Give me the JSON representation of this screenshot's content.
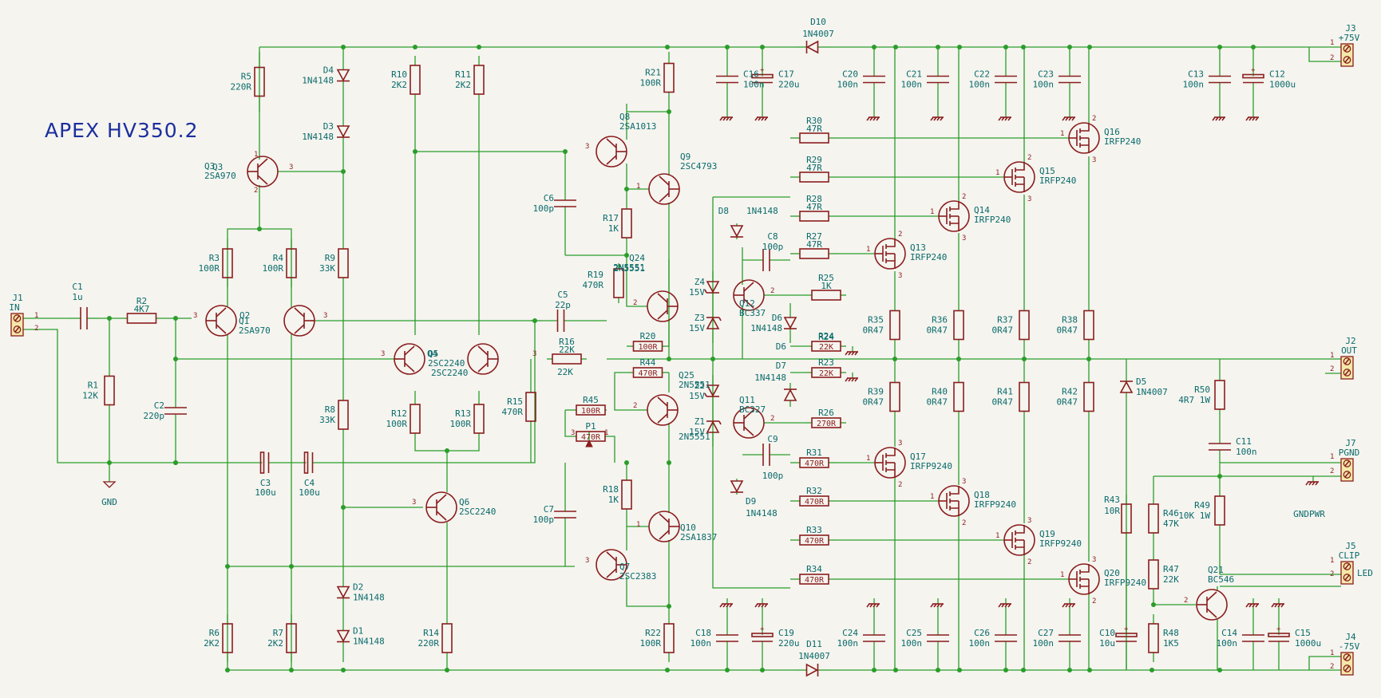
{
  "schematic": {
    "title": "APEX HV350.2",
    "connectors": [
      {
        "ref": "J1",
        "value": "IN"
      },
      {
        "ref": "J2",
        "value": "OUT"
      },
      {
        "ref": "J3",
        "value": "+75V"
      },
      {
        "ref": "J4",
        "value": "-75V"
      },
      {
        "ref": "J5",
        "value": "CLIP"
      },
      {
        "ref": "J7",
        "value": "PGND"
      }
    ],
    "pin_1": "1",
    "pin_2": "2",
    "pin_3": "3",
    "gnd": "GND",
    "gndpwr": "GNDPWR",
    "led_label": "LED",
    "parts": {
      "R1": [
        "R1",
        "12K"
      ],
      "R2": [
        "R2",
        "4K7"
      ],
      "R3": [
        "R3",
        "100R"
      ],
      "R4": [
        "R4",
        "100R"
      ],
      "R5": [
        "R5",
        "220R"
      ],
      "R6": [
        "R6",
        "2K2"
      ],
      "R7": [
        "R7",
        "2K2"
      ],
      "R8": [
        "R8",
        "33K"
      ],
      "R9": [
        "R9",
        "33K"
      ],
      "R10": [
        "R10",
        "2K2"
      ],
      "R11": [
        "R11",
        "2K2"
      ],
      "R12": [
        "R12",
        "100R"
      ],
      "R13": [
        "R13",
        "100R"
      ],
      "R14": [
        "R14",
        "220R"
      ],
      "R15": [
        "R15",
        "470R"
      ],
      "R16": [
        "R16",
        "22K"
      ],
      "R17": [
        "R17",
        "1K"
      ],
      "R18": [
        "R18",
        "1K"
      ],
      "R19": [
        "R19",
        "470R"
      ],
      "R20": [
        "R20",
        "100R"
      ],
      "R21": [
        "R21",
        "100R"
      ],
      "R22": [
        "R22",
        "100R"
      ],
      "R23": [
        "R23",
        "22K"
      ],
      "R24": [
        "R24",
        "22K"
      ],
      "R25": [
        "R25",
        "1K"
      ],
      "R26": [
        "R26",
        "270R"
      ],
      "R27": [
        "R27",
        "47R"
      ],
      "R28": [
        "R28",
        "47R"
      ],
      "R29": [
        "R29",
        "47R"
      ],
      "R30": [
        "R30",
        "47R"
      ],
      "R31": [
        "R31",
        "470R"
      ],
      "R32": [
        "R32",
        "470R"
      ],
      "R33": [
        "R33",
        "470R"
      ],
      "R34": [
        "R34",
        "470R"
      ],
      "R35": [
        "R35",
        "0R47"
      ],
      "R36": [
        "R36",
        "0R47"
      ],
      "R37": [
        "R37",
        "0R47"
      ],
      "R38": [
        "R38",
        "0R47"
      ],
      "R39": [
        "R39",
        "0R47"
      ],
      "R40": [
        "R40",
        "0R47"
      ],
      "R41": [
        "R41",
        "0R47"
      ],
      "R42": [
        "R42",
        "0R47"
      ],
      "R43": [
        "R43",
        "10R"
      ],
      "R44": [
        "R44",
        "470R"
      ],
      "R45": [
        "R45",
        "100R"
      ],
      "R46": [
        "R46",
        "47K"
      ],
      "R47": [
        "R47",
        "22K"
      ],
      "R48": [
        "R48",
        "1K5"
      ],
      "R49": [
        "R49",
        "10K 1W"
      ],
      "R50": [
        "R50",
        "4R7 1W"
      ],
      "C1": [
        "C1",
        "1u"
      ],
      "C2": [
        "C2",
        "220p"
      ],
      "C3": [
        "C3",
        "100u"
      ],
      "C4": [
        "C4",
        "100u"
      ],
      "C5": [
        "C5",
        "22p"
      ],
      "C6": [
        "C6",
        "100p"
      ],
      "C7": [
        "C7",
        "100p"
      ],
      "C8": [
        "C8",
        "100p"
      ],
      "C9": [
        "C9",
        "100p"
      ],
      "C10": [
        "C10",
        "10u"
      ],
      "C11": [
        "C11",
        "100n"
      ],
      "C12": [
        "C12",
        "1000u"
      ],
      "C13": [
        "C13",
        "100n"
      ],
      "C14": [
        "C14",
        "100n"
      ],
      "C15": [
        "C15",
        "1000u"
      ],
      "C16": [
        "C16",
        "100n"
      ],
      "C17": [
        "C17",
        "220u"
      ],
      "C18": [
        "C18",
        "100n"
      ],
      "C19": [
        "C19",
        "220u"
      ],
      "C20": [
        "C20",
        "100n"
      ],
      "C21": [
        "C21",
        "100n"
      ],
      "C22": [
        "C22",
        "100n"
      ],
      "C23": [
        "C23",
        "100n"
      ],
      "C24": [
        "C24",
        "100n"
      ],
      "C25": [
        "C25",
        "100n"
      ],
      "C26": [
        "C26",
        "100n"
      ],
      "C27": [
        "C27",
        "100n"
      ],
      "D1": [
        "D1",
        "1N4148"
      ],
      "D2": [
        "D2",
        "1N4148"
      ],
      "D3": [
        "D3",
        "1N4148"
      ],
      "D4": [
        "D4",
        "1N4148"
      ],
      "D5": [
        "D5",
        "1N4007"
      ],
      "D6": [
        "D6",
        "1N4148"
      ],
      "D7": [
        "D7",
        "1N4148"
      ],
      "D8": [
        "D8",
        "1N4148"
      ],
      "D9": [
        "D9",
        "1N4148"
      ],
      "D10": [
        "D10",
        "1N4007"
      ],
      "D11": [
        "D11",
        "1N4007"
      ],
      "Z1": [
        "Z1",
        "15V"
      ],
      "Z2": [
        "Z2",
        "15V"
      ],
      "Z3": [
        "Z3",
        "15V"
      ],
      "Z4": [
        "Z4",
        "15V"
      ],
      "Q1": [
        "Q1",
        "2SA970"
      ],
      "Q2": [
        "Q2",
        ""
      ],
      "Q3": [
        "Q3",
        "2SA970"
      ],
      "Q4": [
        "Q4",
        ""
      ],
      "Q5": [
        "Q5",
        "2SC2240"
      ],
      "Q6": [
        "Q6",
        "2SC2240"
      ],
      "Q7": [
        "Q7",
        "2SC2383"
      ],
      "Q8": [
        "Q8",
        "2SA1013"
      ],
      "Q9": [
        "Q9",
        "2SC4793"
      ],
      "Q10": [
        "Q10",
        "2SA1837"
      ],
      "Q11": [
        "Q11",
        "BC327"
      ],
      "Q12": [
        "Q12",
        "BC337"
      ],
      "Q13": [
        "Q13",
        "IRFP240"
      ],
      "Q14": [
        "Q14",
        "IRFP240"
      ],
      "Q15": [
        "Q15",
        "IRFP240"
      ],
      "Q16": [
        "Q16",
        "IRFP240"
      ],
      "Q17": [
        "Q17",
        "IRFP9240"
      ],
      "Q18": [
        "Q18",
        "IRFP9240"
      ],
      "Q19": [
        "Q19",
        "IRFP9240"
      ],
      "Q20": [
        "Q20",
        "IRFP9240"
      ],
      "Q21": [
        "Q21",
        "BC546"
      ],
      "Q24": [
        "Q24",
        "2N5551"
      ],
      "Q25": [
        "Q25",
        "2N5551"
      ],
      "P1": [
        "P1",
        "470R"
      ]
    }
  }
}
